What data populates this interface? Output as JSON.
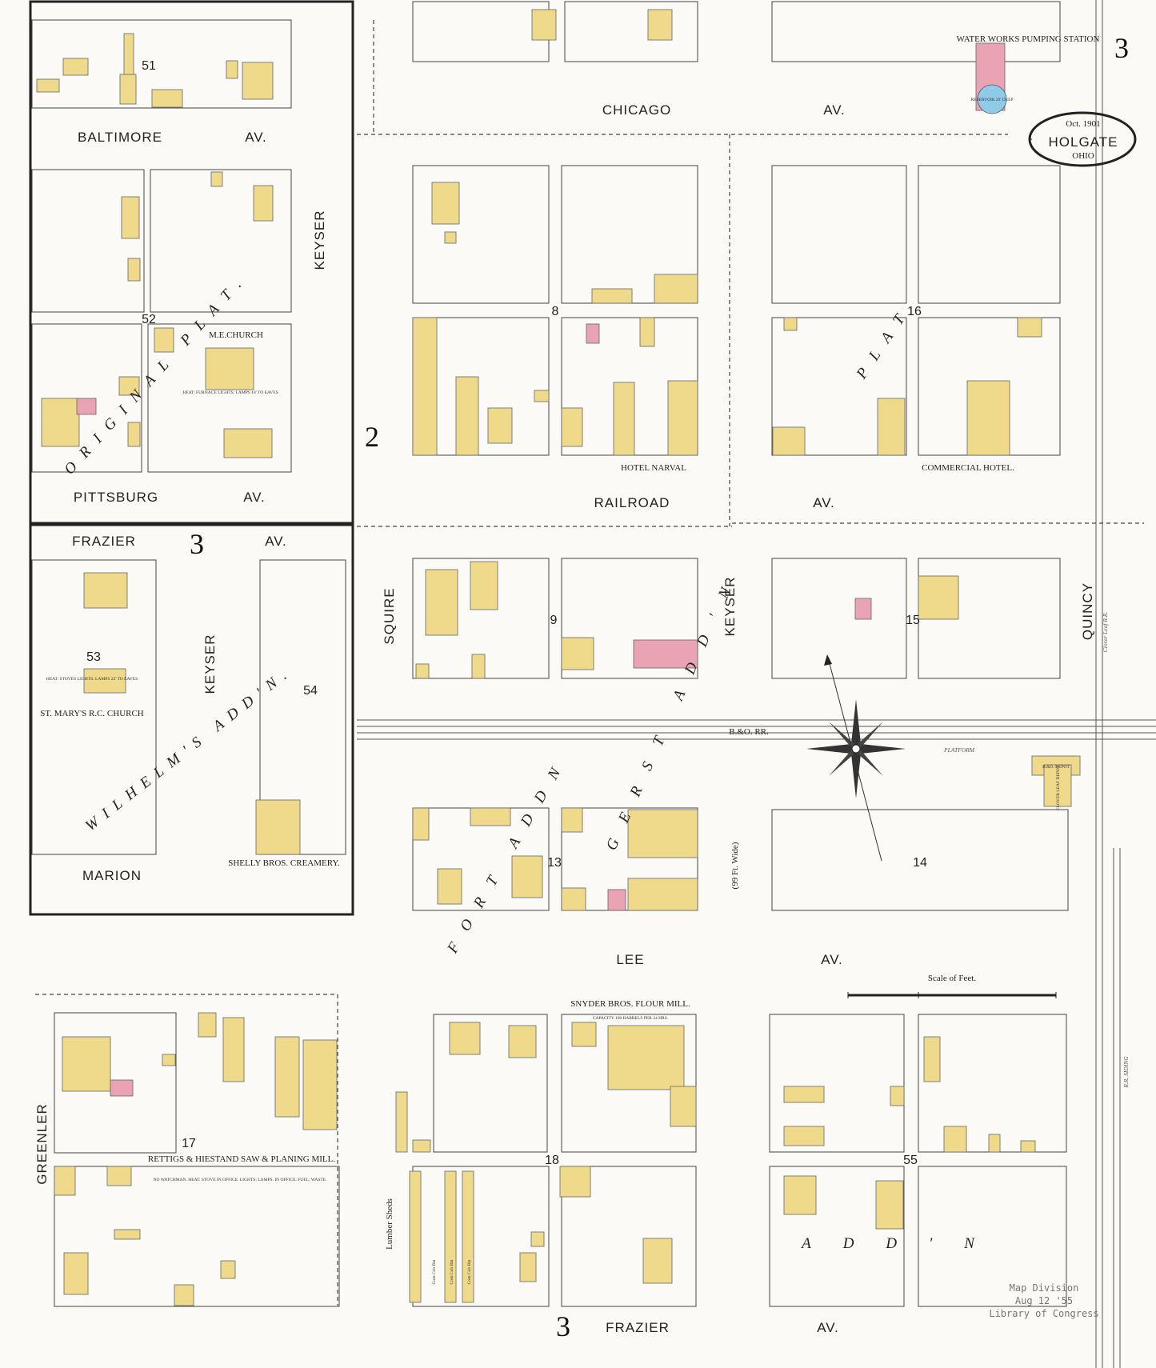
{
  "sheet": {
    "number": "3",
    "town": "HOLGATE",
    "state": "OHIO",
    "date": "Oct. 1901"
  },
  "streets": [
    "CHICAGO",
    "AV.",
    "RAILROAD",
    "LEE",
    "FRAZIER",
    "BALTIMORE",
    "PITTSBURG",
    "MARION",
    "KEYSER",
    "SQUIRE",
    "QUINCY",
    "GREENLER"
  ],
  "blocks": [
    "51",
    "52",
    "53",
    "54",
    "8",
    "16",
    "9",
    "15",
    "13",
    "14",
    "17",
    "18",
    "55"
  ],
  "plats": [
    "ORIGINAL PLAT.",
    "WILHELM'S ADD'N.",
    "PLAT",
    "ADD'N",
    "GERST ADD'N",
    "FORT ADDN"
  ],
  "landmarks": {
    "waterworks": "WATER WORKS PUMPING STATION",
    "reservoir": "RESERVOIR 20' DEEP",
    "me_church": "M.E.CHURCH",
    "me_church_note": "HEAT: FURNACE LIGHTS: LAMPS 18' TO EAVES",
    "st_marys": "ST. MARY'S R.C. CHURCH",
    "st_marys_note": "HEAT: STOVES LIGHTS: LAMPS 22' TO EAVES",
    "hotel_narval": "HOTEL NARVAL",
    "commercial_hotel": "COMMERCIAL HOTEL.",
    "creamery": "SHELLY BROS. CREAMERY.",
    "flour_mill": "SNYDER BROS. FLOUR MILL.",
    "flour_mill_note": "CAPACITY 100 BARRELS PER 24 HRS.",
    "saw_mill": "RETTIGS & HIESTAND SAW & PLANING MILL.",
    "saw_mill_note": "NO WATCHMAN. HEAT: STOVE IN OFFICE. LIGHTS: LAMPS. IN OFFICE. FUEL: WASTE.",
    "bo_depot": "B.&O. DEPOT",
    "cl_depot": "CLOVER LEAF DEPOT",
    "bo_rr": "B.&O. RR.",
    "cl_rr": "Clover Leaf R.R.",
    "platform": "PLATFORM",
    "rr_siding": "R.R. SIDING",
    "lee_wide": "(99 Ft. Wide)",
    "lumber_sheds": "Lumber Sheds",
    "corn_cob": "Corn Cob Bin",
    "scale": "Scale of Feet.",
    "stamp": [
      "Map Division",
      "Aug 12 '55",
      "Library of Congress"
    ]
  },
  "colors": {
    "frame": "#efd98a",
    "brick": "#e9a3b3",
    "stone": "#8fcbe8",
    "line": "#444444"
  }
}
